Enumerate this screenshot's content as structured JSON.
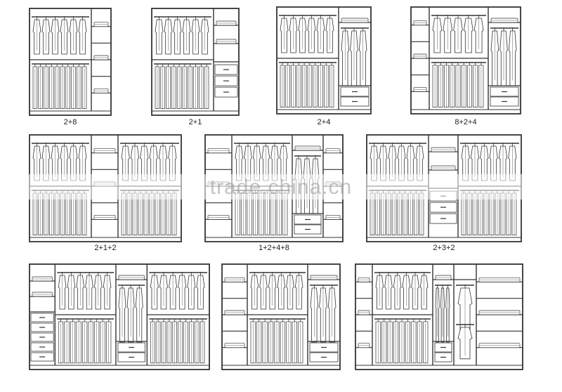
{
  "watermark": "trade.china.cn",
  "colors": {
    "line": "#333333",
    "fill": "#ffffff"
  },
  "cabinets": [
    {
      "label": "2+8",
      "sections": [
        "hang-split",
        "shelves"
      ]
    },
    {
      "label": "2+1",
      "sections": [
        "hang-split",
        "shelves-drawers"
      ]
    },
    {
      "label": "2+4",
      "sections": [
        "hang-split",
        "long-hang-drawers"
      ]
    },
    {
      "label": "8+2+4",
      "sections": [
        "shelves",
        "hang-split",
        "long-hang-drawers"
      ]
    },
    {
      "label": "2+1+2",
      "sections": [
        "hang-split",
        "shelves",
        "hang-split"
      ]
    },
    {
      "label": "1+2+4+8",
      "sections": [
        "shelves",
        "hang-split",
        "long-hang-drawers",
        "shelves"
      ]
    },
    {
      "label": "2+3+2",
      "sections": [
        "hang-split",
        "shelves-drawers",
        "hang-split"
      ]
    },
    {
      "label": "",
      "sections": [
        "drawers",
        "hang-split",
        "long-hang-drawers",
        "hang-split"
      ]
    },
    {
      "label": "",
      "sections": [
        "shelves",
        "hang-split",
        "long-hang-drawers"
      ]
    },
    {
      "label": "",
      "sections": [
        "shelves",
        "hang-split",
        "long-hang-drawers",
        "long-hang",
        "shelves"
      ]
    }
  ]
}
